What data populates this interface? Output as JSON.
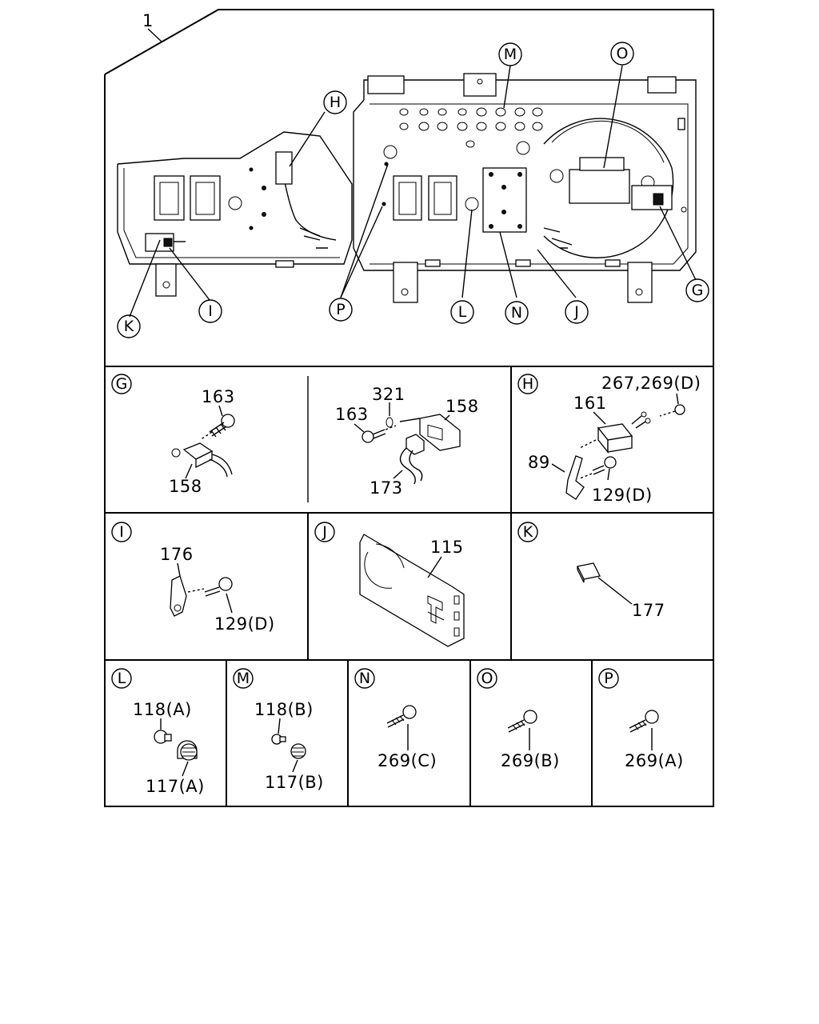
{
  "diagram": {
    "assembly_number": "1",
    "main_callouts": [
      "H",
      "M",
      "O",
      "K",
      "I",
      "P",
      "L",
      "N",
      "J",
      "G"
    ],
    "panels": {
      "G": {
        "letter": "G",
        "parts": [
          "163",
          "158",
          "321",
          "163",
          "158",
          "173"
        ]
      },
      "H": {
        "letter": "H",
        "parts": [
          "267,269(D)",
          "161",
          "89",
          "129(D)"
        ]
      },
      "I": {
        "letter": "I",
        "parts": [
          "176",
          "129(D)"
        ]
      },
      "J": {
        "letter": "J",
        "parts": [
          "115"
        ]
      },
      "K": {
        "letter": "K",
        "parts": [
          "177"
        ]
      },
      "L": {
        "letter": "L",
        "parts": [
          "118(A)",
          "117(A)"
        ]
      },
      "M": {
        "letter": "M",
        "parts": [
          "118(B)",
          "117(B)"
        ]
      },
      "N": {
        "letter": "N",
        "parts": [
          "269(C)"
        ]
      },
      "O": {
        "letter": "O",
        "parts": [
          "269(B)"
        ]
      },
      "P": {
        "letter": "P",
        "parts": [
          "269(A)"
        ]
      }
    }
  }
}
